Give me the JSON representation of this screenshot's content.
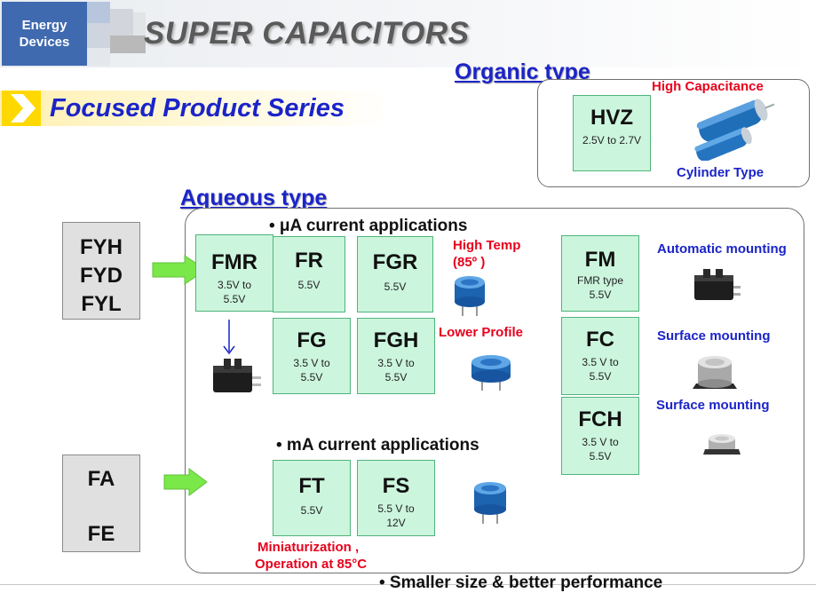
{
  "header": {
    "tag_line1": "Energy",
    "tag_line2": "Devices",
    "title": "SUPER CAPACITORS"
  },
  "section": {
    "title": "Focused Product Series"
  },
  "organic": {
    "heading": "Organic type",
    "product": {
      "name": "HVZ",
      "spec": "2.5V to 2.7V"
    },
    "note_top": "High Capacitance",
    "note_bottom": "Cylinder Type"
  },
  "aqueous": {
    "heading": "Aqueous type",
    "ua_label": "• μA current applications",
    "ma_label": "• mA current applications",
    "legacy_top": [
      "FYH",
      "FYD",
      "FYL"
    ],
    "legacy_bottom": [
      "FA",
      "FE"
    ],
    "products": {
      "fmr": {
        "name": "FMR",
        "spec1": "3.5V to",
        "spec2": "5.5V"
      },
      "fr": {
        "name": "FR",
        "spec1": "5.5V"
      },
      "fgr": {
        "name": "FGR",
        "spec1": "5.5V"
      },
      "fg": {
        "name": "FG",
        "spec1": "3.5 V to",
        "spec2": "5.5V"
      },
      "fgh": {
        "name": "FGH",
        "spec1": "3.5 V to",
        "spec2": "5.5V"
      },
      "fm": {
        "name": "FM",
        "spec1": "FMR type",
        "spec2": "5.5V"
      },
      "fc": {
        "name": "FC",
        "spec1": "3.5 V to",
        "spec2": "5.5V"
      },
      "fch": {
        "name": "FCH",
        "spec1": "3.5 V to",
        "spec2": "5.5V"
      },
      "ft": {
        "name": "FT",
        "spec1": "5.5V"
      },
      "fs": {
        "name": "FS",
        "spec1": "5.5 V to",
        "spec2": "12V"
      }
    },
    "notes": {
      "high_temp_1": "High Temp",
      "high_temp_2": "(85º )",
      "lower_profile": "Lower Profile",
      "automatic_mounting": "Automatic mounting",
      "surface_mounting_1": "Surface mounting",
      "surface_mounting_2": "Surface mounting",
      "mini_1": "Miniaturization ,",
      "mini_2": "Operation at 85°C"
    }
  },
  "footer": {
    "text": "• Smaller size & better performance"
  },
  "colors": {
    "tag_blue": "#3f6ab0",
    "heading_blue": "#1b24c8",
    "note_red": "#e8001c",
    "product_green": "#ccf5dd",
    "arrow_green": "#7be84a"
  }
}
